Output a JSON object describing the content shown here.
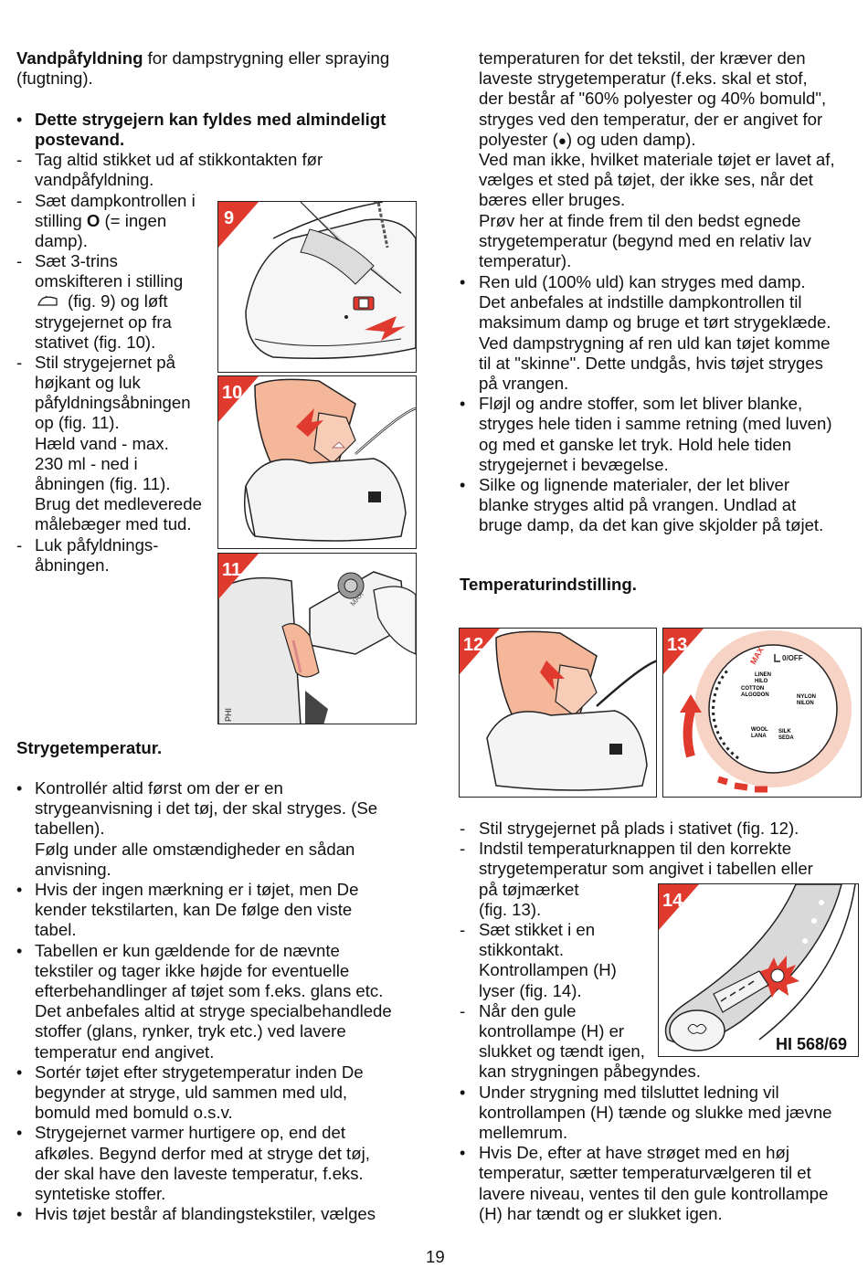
{
  "page_number": "19",
  "left": {
    "intro_bold": "Vandpåfyldning",
    "intro_rest": " for dampstrygning eller spraying",
    "intro_line2": "(fugtning).",
    "b1_l1": "Dette strygejern kan fyldes med almindeligt",
    "b1_l2": "postevand.",
    "d1_l1": "Tag altid stikket ud af stikkontakten før",
    "d1_l2": "vandpåfyldning.",
    "d2_l1": "Sæt dampkontrollen i",
    "d2_l2a": "stilling ",
    "d2_l2b": "O",
    "d2_l2c": " (= ingen",
    "d2_l3": "damp).",
    "d3_l1": "Sæt 3-trins",
    "d3_l2": "omskifteren i stilling",
    "d3_l3": "(fig. 9) og løft",
    "d3_l4": "strygejernet op fra",
    "d3_l5": "stativet (fig. 10).",
    "d4_l1": "Stil strygejernet på",
    "d4_l2": "højkant og luk",
    "d4_l3": "påfyldningsåbningen",
    "d4_l4": "op (fig. 11).",
    "d4_l5": "Hæld vand - max.",
    "d4_l6": "230 ml - ned i",
    "d4_l7": "åbningen (fig. 11).",
    "d4_l8": "Brug det medleverede",
    "d4_l9": "målebæger med tud.",
    "d5_l1": "Luk påfyldnings-",
    "d5_l2": "åbningen.",
    "heading2": "Strygetemperatur.",
    "s1": [
      "Kontrollér altid først om der er en",
      "strygeanvisning i det tøj, der skal stryges. (Se",
      "tabellen).",
      "Følg under alle omstændigheder en sådan",
      "anvisning."
    ],
    "s2": [
      "Hvis der ingen mærkning er i tøjet, men De",
      "kender tekstilarten, kan De følge den viste",
      "tabel."
    ],
    "s3": [
      "Tabellen er kun gældende for de nævnte",
      "tekstiler og tager ikke højde for eventuelle",
      "efterbehandlinger af tøjet som f.eks. glans etc.",
      "Det anbefales altid at stryge specialbehandlede",
      "stoffer (glans, rynker, tryk etc.) ved lavere",
      "temperatur end angivet."
    ],
    "s4": [
      "Sortér tøjet efter strygetemperatur inden De",
      "begynder at stryge, uld sammen med uld,",
      "bomuld med bomuld o.s.v."
    ],
    "s5": [
      "Strygejernet varmer hurtigere op, end det",
      "afkøles. Begynd derfor med at stryge det tøj,",
      "der skal have den laveste temperatur, f.eks.",
      "syntetiske stoffer."
    ],
    "s6": [
      "Hvis tøjet består af blandingstekstiler, vælges"
    ]
  },
  "right": {
    "p1": [
      "temperaturen for det tekstil, der kræver den",
      "laveste strygetemperatur (f.eks. skal et stof,",
      "der består af \"60% polyester og 40% bomuld\",",
      "stryges ved den temperatur, der er angivet for"
    ],
    "p1_last_a": "polyester (",
    "p1_last_b": "●",
    "p1_last_c": ") og uden damp).",
    "p2": [
      "Ved man ikke, hvilket materiale tøjet er lavet af,",
      "vælges et sted på tøjet, der ikke ses, når det",
      "bæres eller bruges.",
      "Prøv her at finde frem til den bedst egnede",
      "strygetemperatur (begynd med en relativ lav",
      "temperatur)."
    ],
    "b1": [
      "Ren uld (100% uld) kan stryges med damp.",
      "Det anbefales at indstille dampkontrollen til",
      "maksimum damp og bruge et tørt strygeklæde.",
      "Ved dampstrygning af ren uld kan tøjet komme",
      "til at \"skinne\". Dette undgås, hvis tøjet stryges",
      "på vrangen."
    ],
    "b2": [
      "Fløjl og andre stoffer, som let bliver blanke,",
      "stryges hele tiden i samme retning (med luven)",
      "og med et ganske let tryk. Hold hele tiden",
      "strygejernet i bevægelse."
    ],
    "b3": [
      "Silke og lignende materialer, der let bliver",
      "blanke stryges altid på vrangen. Undlad at",
      "bruge damp, da det kan give skjolder på tøjet."
    ],
    "heading": "Temperaturindstilling.",
    "d1": "Stil strygejernet på plads i stativet (fig. 12).",
    "d2": [
      "Indstil temperaturknappen til den korrekte",
      "strygetemperatur som angivet i tabellen eller",
      "på tøjmærket",
      "(fig. 13)."
    ],
    "d3": [
      "Sæt stikket i en",
      "stikkontakt.",
      "Kontrollampen (H)",
      "lyser (fig. 14)."
    ],
    "d4": [
      "Når den gule",
      "kontrollampe (H) er",
      "slukket og tændt igen,",
      "kan strygningen påbegyndes."
    ],
    "b4": [
      "Under strygning med tilsluttet ledning vil",
      "kontrollampen (H) tænde og slukke med jævne",
      "mellemrum."
    ],
    "b5": [
      "Hvis De, efter at have strøget med en høj",
      "temperatur, sætter temperaturvælgeren til et",
      "lavere niveau, ventes til den gule kontrollampe",
      "(H) har tændt og er slukket igen."
    ]
  },
  "figures": {
    "fig9": "9",
    "fig10": "10",
    "fig11": "11",
    "fig12": "12",
    "fig13": "13",
    "fig14": "14",
    "fig11_max": "MAX",
    "fig11_brand": "PHI",
    "fig14_model": "HI 568/69",
    "dial": {
      "max": "MAX",
      "off": "0/OFF",
      "linen": "LINEN",
      "hilo": "HILO",
      "cotton": "COTTON",
      "algodon": "ALGODON",
      "nylon": "NYLON",
      "nilon": "NILON",
      "wool": "WOOL",
      "lana": "LANA",
      "silk": "SILK",
      "seda": "SEDA"
    }
  },
  "colors": {
    "accent_red": "#e03a2f",
    "peach": "#f4b79a",
    "grey": "#d9d9d9"
  }
}
